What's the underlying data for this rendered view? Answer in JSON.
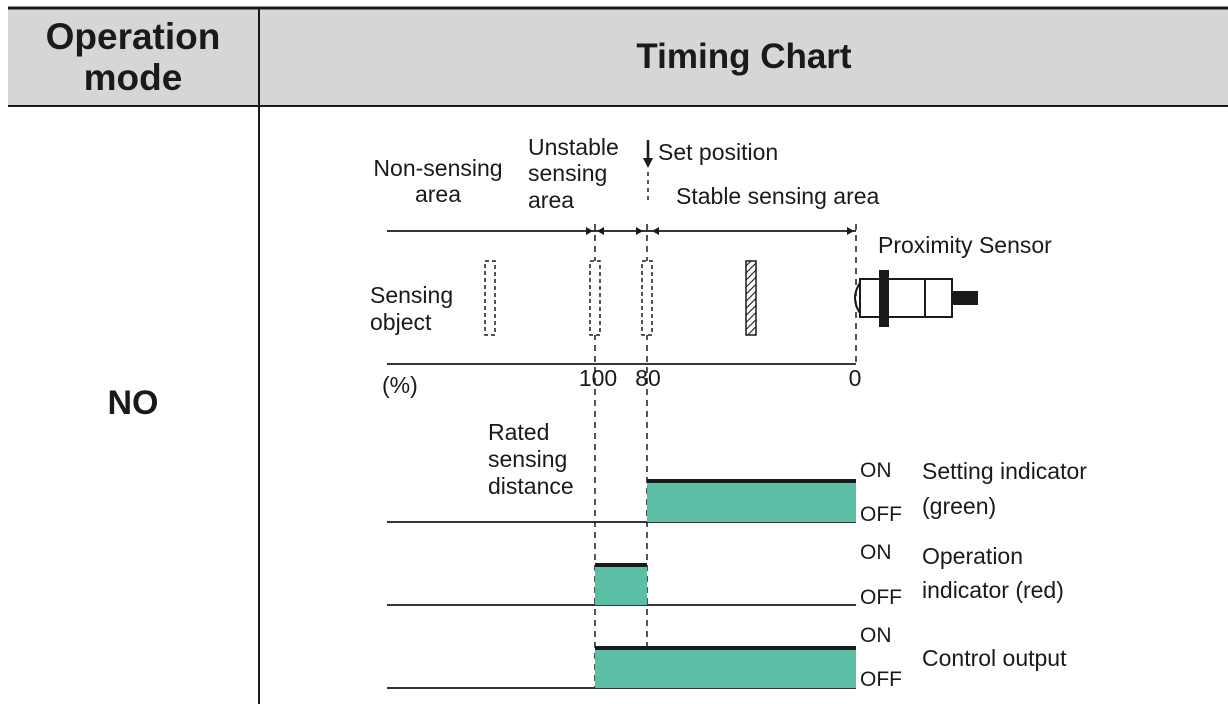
{
  "header": {
    "mode_line1": "Operation",
    "mode_line2": "mode",
    "chart_title": "Timing Chart"
  },
  "row": {
    "mode": "NO"
  },
  "diagram": {
    "areas": {
      "non_sensing_1": "Non-sensing",
      "non_sensing_2": "area",
      "unstable_1": "Unstable",
      "unstable_2": "sensing",
      "unstable_3": "area",
      "set_position": "Set position",
      "stable": "Stable sensing area"
    },
    "sensor_label": "Proximity Sensor",
    "object_label_1": "Sensing",
    "object_label_2": "object",
    "scale": {
      "unit": "(%)",
      "p100": "100",
      "p80": "80",
      "p0": "0"
    },
    "rated_1": "Rated",
    "rated_2": "sensing",
    "rated_3": "distance"
  },
  "signals": [
    {
      "on": "ON",
      "off": "OFF",
      "name_1": "Setting indicator",
      "name_2": "(green)"
    },
    {
      "on": "ON",
      "off": "OFF",
      "name_1": "Operation",
      "name_2": "indicator (red)"
    },
    {
      "on": "ON",
      "off": "OFF",
      "name_1": "Control output"
    }
  ],
  "colors": {
    "header_bg": "#d6d6d6",
    "signal_fill": "#5bbfa5",
    "line": "#1a1a1a"
  }
}
